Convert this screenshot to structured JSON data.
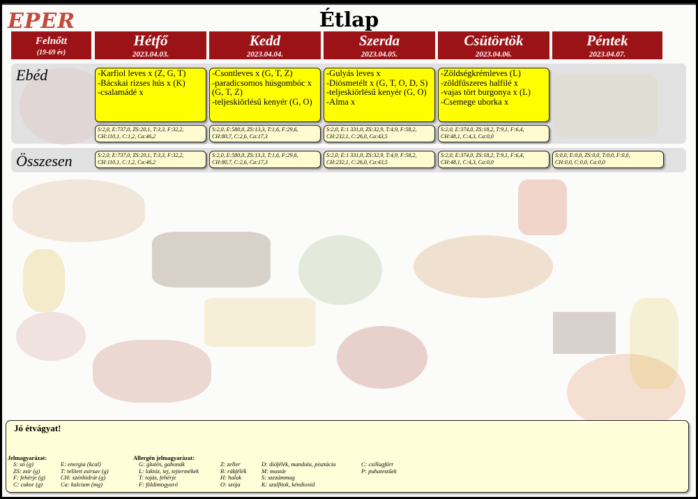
{
  "logo": "EPER",
  "title": "Étlap",
  "age_group": {
    "label": "Felnőtt",
    "range": "(19-69 év)"
  },
  "days": [
    {
      "name": "Hétfő",
      "date": "2023.04.03."
    },
    {
      "name": "Kedd",
      "date": "2023.04.04."
    },
    {
      "name": "Szerda",
      "date": "2023.04.05."
    },
    {
      "name": "Csütörtök",
      "date": "2023.04.06."
    },
    {
      "name": "Péntek",
      "date": "2023.04.07."
    }
  ],
  "lunch": {
    "label": "Ebéd",
    "menus": [
      {
        "items": [
          "-Karfiol leves x (Z, G, T)",
          "-Bácskai rizses hús x (K)",
          "-csalamádé x"
        ],
        "nutrition": [
          "S:2,0, E:737,0, ZS:20,1, T:3,3, F:32,2,",
          "CH:110,1, C:1,2, Ca:46,2"
        ]
      },
      {
        "items": [
          "-Csontleves x (G, T, Z)",
          "-paradicsomos húsgombóc x",
          "(G, T, Z)",
          "-teljeskiörlésű kenyér (G, O)"
        ],
        "nutrition": [
          "S:2,0, E:580,0, ZS:13,3, T:1,6, F:29,6,",
          "CH:80,7, C:2,6, Ca:17,3"
        ]
      },
      {
        "items": [
          "-Gulyás leves x",
          "-Diósmetélt x (G, T, O, D, S)",
          "-teljeskiörlésű kenyér (G, O)",
          "-Alma x"
        ],
        "nutrition": [
          "S:2,0, E:1 331,0, ZS:32,9, T:4,9, F:58,2,",
          "CH:232,1, C:26,0, Ca:43,5"
        ]
      },
      {
        "items": [
          "-Zöldségkrémleves (L)",
          "-zöldfűszeres halfilé x",
          "-vajas tört burgonya x (L)",
          "-Csemege uborka x"
        ],
        "nutrition": [
          "S:2,0, E:374,0, ZS:18,2, T:9,1, F:6,4,",
          "CH:48,1, C:4,3, Ca:0,0"
        ]
      }
    ]
  },
  "total": {
    "label": "Összesen",
    "values": [
      [
        "S:2,0, E:737,0, ZS:20,1, T:3,3, F:32,2,",
        "CH:110,1, C:1,2, Ca:46,2"
      ],
      [
        "S:2,0, E:580,0, ZS:13,3, T:1,6, F:29,6,",
        "CH:80,7, C:2,6, Ca:17,3"
      ],
      [
        "S:2,0, E:1 331,0, ZS:32,9, T:4,9, F:58,2,",
        "CH:232,1, C:26,0, Ca:43,5"
      ],
      [
        "S:2,0, E:374,0, ZS:18,2, T:9,1, F:6,4,",
        "CH:48,1, C:4,3, Ca:0,0"
      ],
      [
        "S:0,0, E:0,0, ZS:0,0, T:0,0, F:0,0,",
        "CH:0,0, C:0,0, Ca:0,0"
      ]
    ]
  },
  "footer": {
    "greeting": "Jó étvágyat!",
    "legend_title": "Jelmagyarázat:",
    "legend_col1": [
      "S: só (g)",
      "ZS: zsír (g)",
      "F: fehérje (g)",
      "C: cukor (g)"
    ],
    "legend_col2": [
      "E: energia (kcal)",
      "T: telített zsírsav (g)",
      "CH: szénhidrát (g)",
      "Ca: kalcium (mg)"
    ],
    "allergen_title": "Allergén jelmagyarázat:",
    "allergen_col1": [
      "G: glutén, gabonák",
      "L: laktóz, tej, tejtermékek",
      "T: tojás, fehérje",
      "F: földimogyoró"
    ],
    "allergen_col2": [
      "Z: zeller",
      "R: rákfélék",
      "H: halak",
      "O: szója"
    ],
    "allergen_col3": [
      "D: diófélék, mandula, pisztácia",
      "M: mustár",
      "S: szezámmag",
      "K: szulfitok, kéndioxid"
    ],
    "allergen_col4": [
      "C: csillagfürt",
      "P: puhatestűek"
    ]
  }
}
